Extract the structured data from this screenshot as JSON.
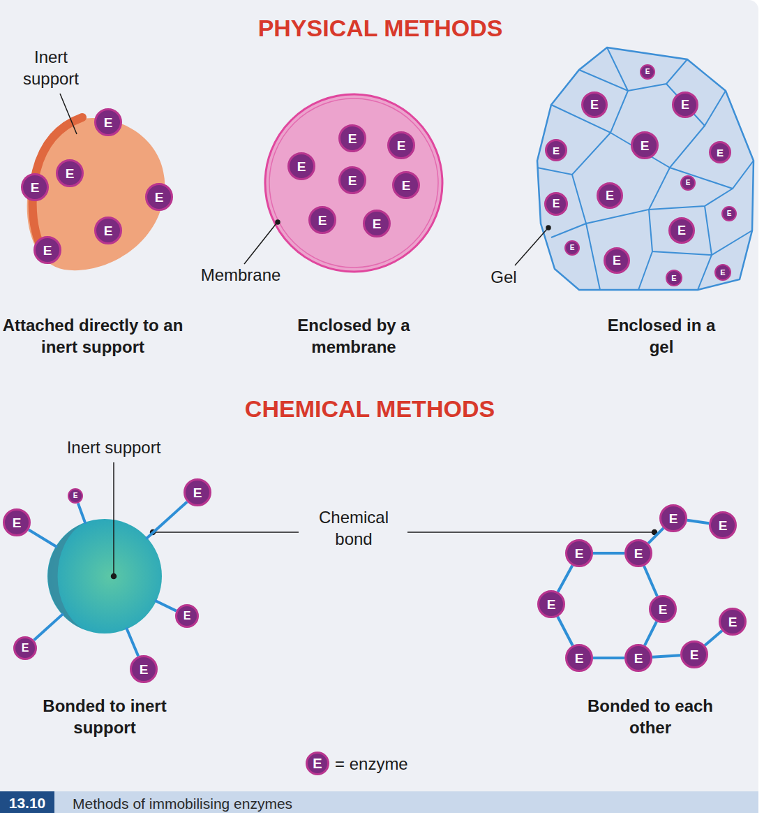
{
  "diagram": {
    "caption": "Methods of immobilising enzymes",
    "nodes": [
      {
        "text": [
          "E"
        ]
      },
      {
        "text": [
          "E"
        ]
      },
      {
        "text": [
          "E"
        ]
      },
      {
        "text": [
          "E"
        ]
      },
      {
        "text": [
          "E"
        ]
      },
      {
        "text": [
          "E"
        ]
      },
      {
        "text": [
          "E"
        ]
      },
      {
        "text": [
          "E"
        ]
      },
      {
        "text": [
          "E"
        ]
      },
      {
        "text": [
          "E"
        ]
      },
      {
        "text": [
          "E"
        ]
      },
      {
        "text": [
          "E"
        ]
      },
      {
        "text": [
          "E"
        ]
      },
      {
        "text": [
          "E"
        ]
      },
      {
        "text": [
          "E"
        ]
      },
      {
        "text": [
          "E"
        ]
      },
      {
        "text": [
          "E"
        ]
      },
      {
        "text": [
          "E"
        ]
      },
      {
        "text": [
          "E"
        ]
      },
      {
        "text": [
          "E"
        ]
      },
      {
        "text": [
          "E"
        ]
      },
      {
        "text": [
          "E"
        ]
      },
      {
        "text": [
          "E"
        ]
      },
      {
        "text": [
          "E"
        ]
      },
      {
        "text": [
          "E"
        ]
      },
      {
        "text": [
          "E"
        ]
      },
      {
        "text": [
          "E"
        ]
      },
      {
        "text": [
          "E"
        ]
      },
      {
        "text": [
          "E"
        ]
      },
      {
        "text": [
          "E"
        ]
      },
      {
        "text": [
          "E"
        ]
      },
      {
        "text": [
          "E"
        ]
      },
      {
        "text": [
          "E"
        ]
      },
      {
        "text": [
          "E"
        ]
      },
      {
        "text": [
          "E"
        ]
      },
      {
        "text": [
          "E"
        ]
      },
      {
        "text": [
          "E"
        ]
      },
      {
        "text": [
          "E"
        ]
      },
      {
        "text": [
          "E"
        ]
      },
      {
        "text": [
          "E"
        ]
      },
      {
        "text": [
          "E"
        ]
      },
      {
        "text": [
          "E"
        ]
      },
      {
        "text": [
          "E"
        ]
      },
      {
        "text": [
          "E"
        ]
      }
    ],
    "edges": [
      {
        "from": 36,
        "to": 37,
        "arrow": "none"
      },
      {
        "from": 37,
        "to": 39,
        "arrow": "none"
      },
      {
        "from": 39,
        "to": 42,
        "arrow": "none"
      },
      {
        "from": 42,
        "to": 41,
        "arrow": "none"
      },
      {
        "from": 41,
        "to": 38,
        "arrow": "none"
      },
      {
        "from": 38,
        "to": 36,
        "arrow": "none"
      },
      {
        "from": 37,
        "to": 34,
        "arrow": "none"
      },
      {
        "from": 34,
        "to": 35,
        "arrow": "none"
      },
      {
        "from": 42,
        "to": 43,
        "arrow": "none"
      },
      {
        "from": 43,
        "to": 40,
        "arrow": "none"
      }
    ],
    "labels": [
      "PHYSICAL METHODS",
      "Inert support",
      "Membrane",
      "Gel",
      "Attached directly to an inert support",
      "Enclosed by a membrane",
      "Enclosed in a gel",
      "CHEMICAL METHODS",
      "Inert support",
      "Chemical bond",
      "Bonded to inert support",
      "Bonded to each other",
      "13.10",
      "E"
    ],
    "legend": [
      {
        "text": "= enzyme",
        "color": "#7b2a7f"
      }
    ]
  }
}
